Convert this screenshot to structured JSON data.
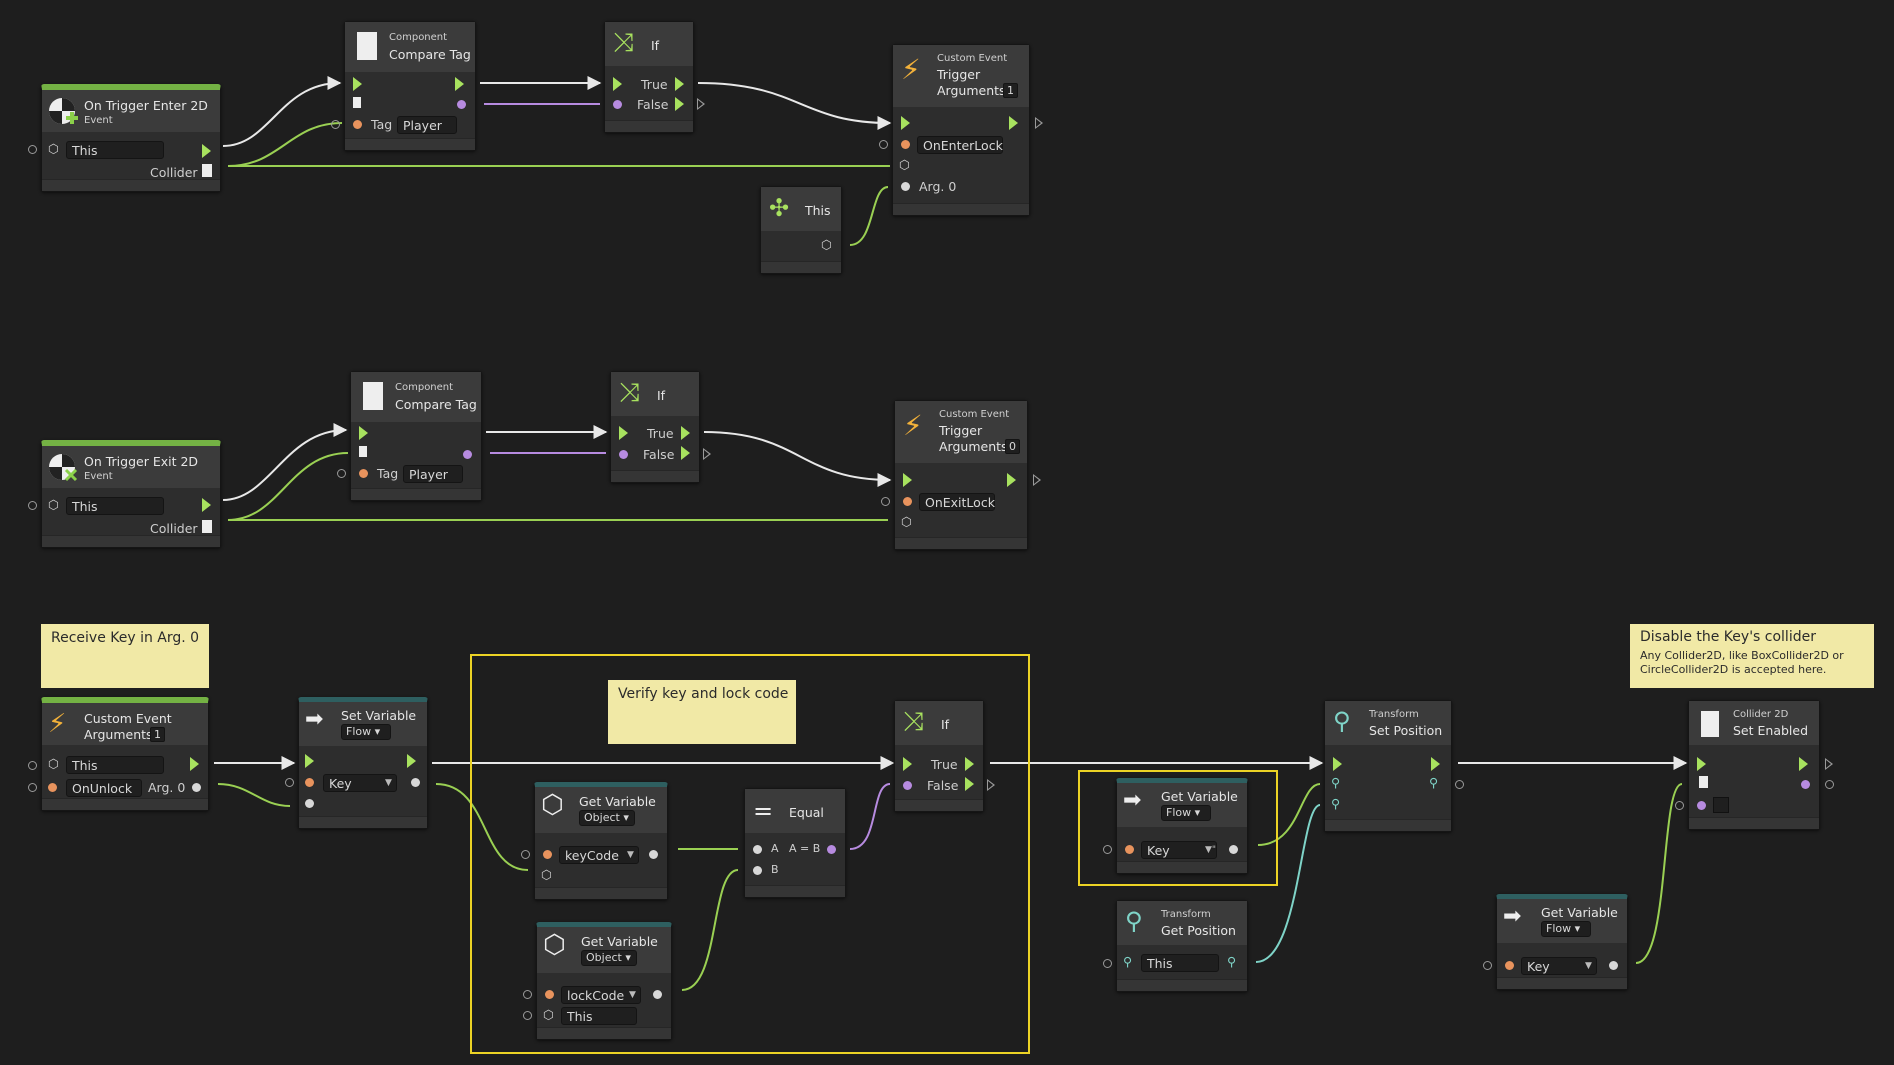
{
  "graph": {
    "row1": {
      "trigger": {
        "title": "On Trigger Enter 2D",
        "kind": "Event",
        "target": "This",
        "output": "Collider"
      },
      "compare": {
        "category": "Component",
        "title": "Compare Tag",
        "tag_label": "Tag",
        "tag_value": "Player"
      },
      "if": {
        "title": "If",
        "true_label": "True",
        "false_label": "False"
      },
      "custom": {
        "category": "Custom Event",
        "title": "Trigger",
        "args_label": "Arguments",
        "args_count": "1",
        "event_name": "OnEnterLock",
        "arg_label": "Arg. 0"
      },
      "this": {
        "title": "This"
      }
    },
    "row2": {
      "trigger": {
        "title": "On Trigger Exit 2D",
        "kind": "Event",
        "target": "This",
        "output": "Collider"
      },
      "compare": {
        "category": "Component",
        "title": "Compare Tag",
        "tag_label": "Tag",
        "tag_value": "Player"
      },
      "if": {
        "title": "If",
        "true_label": "True",
        "false_label": "False"
      },
      "custom": {
        "category": "Custom Event",
        "title": "Trigger",
        "args_label": "Arguments",
        "args_count": "0",
        "event_name": "OnExitLock"
      }
    },
    "row3": {
      "note_receive": "Receive Key in Arg. 0",
      "note_verify": "Verify key and lock code",
      "note_disable_title": "Disable the Key's collider",
      "note_disable_body": "Any Collider2D, like BoxCollider2D or CircleCollider2D is accepted here.",
      "custom": {
        "title": "Custom Event",
        "args_label": "Arguments",
        "args_count": "1",
        "target": "This",
        "event_name": "OnUnlock",
        "arg_label": "Arg. 0"
      },
      "setvar": {
        "title": "Set Variable",
        "kind": "Flow",
        "var_name": "Key"
      },
      "getvar_keycode": {
        "title": "Get Variable",
        "kind": "Object",
        "var_name": "keyCode"
      },
      "getvar_lockcode": {
        "title": "Get Variable",
        "kind": "Object",
        "var_name": "lockCode",
        "target": "This"
      },
      "equal": {
        "title": "Equal",
        "a_label": "A",
        "eq_label": "A = B",
        "b_label": "B"
      },
      "if": {
        "title": "If",
        "true_label": "True",
        "false_label": "False"
      },
      "getvar_key": {
        "title": "Get Variable",
        "kind": "Flow",
        "var_name": "Key"
      },
      "getpos": {
        "category": "Transform",
        "title": "Get Position",
        "target": "This"
      },
      "setpos": {
        "category": "Transform",
        "title": "Set Position"
      },
      "getvar_key2": {
        "title": "Get Variable",
        "kind": "Flow",
        "var_name": "Key"
      },
      "setenabled": {
        "category": "Collider 2D",
        "title": "Set Enabled"
      }
    }
  },
  "colors": {
    "flow": "#a8e25f",
    "bool": "#b78be0",
    "object": "#9ad053",
    "vector": "#7fd4c8",
    "group": "#ecd325",
    "note": "#f1e9a6"
  }
}
